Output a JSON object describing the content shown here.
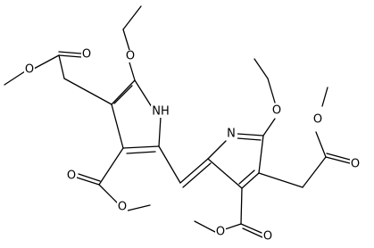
{
  "diagram": {
    "type": "chemical-structure",
    "atom_labels": {
      "ring1_ethoxy_o": "O",
      "ring1_ester_carbonyl_o": "O",
      "ring1_ester_alkoxy_o": "O",
      "ring1_nh": "NH",
      "ring1_carboxylate_carbonyl_o": "O",
      "ring1_carboxylate_alkoxy_o": "O",
      "ring2_n": "N",
      "ring2_ethoxy_o": "O",
      "ring2_ester_alkoxy_o": "O",
      "ring2_ester_carbonyl_o": "O",
      "ring2_carboxylate_carbonyl_o": "O",
      "ring2_carboxylate_alkoxy_o": "O"
    }
  },
  "colors": {
    "bond": "#000000",
    "background": "#ffffff"
  }
}
